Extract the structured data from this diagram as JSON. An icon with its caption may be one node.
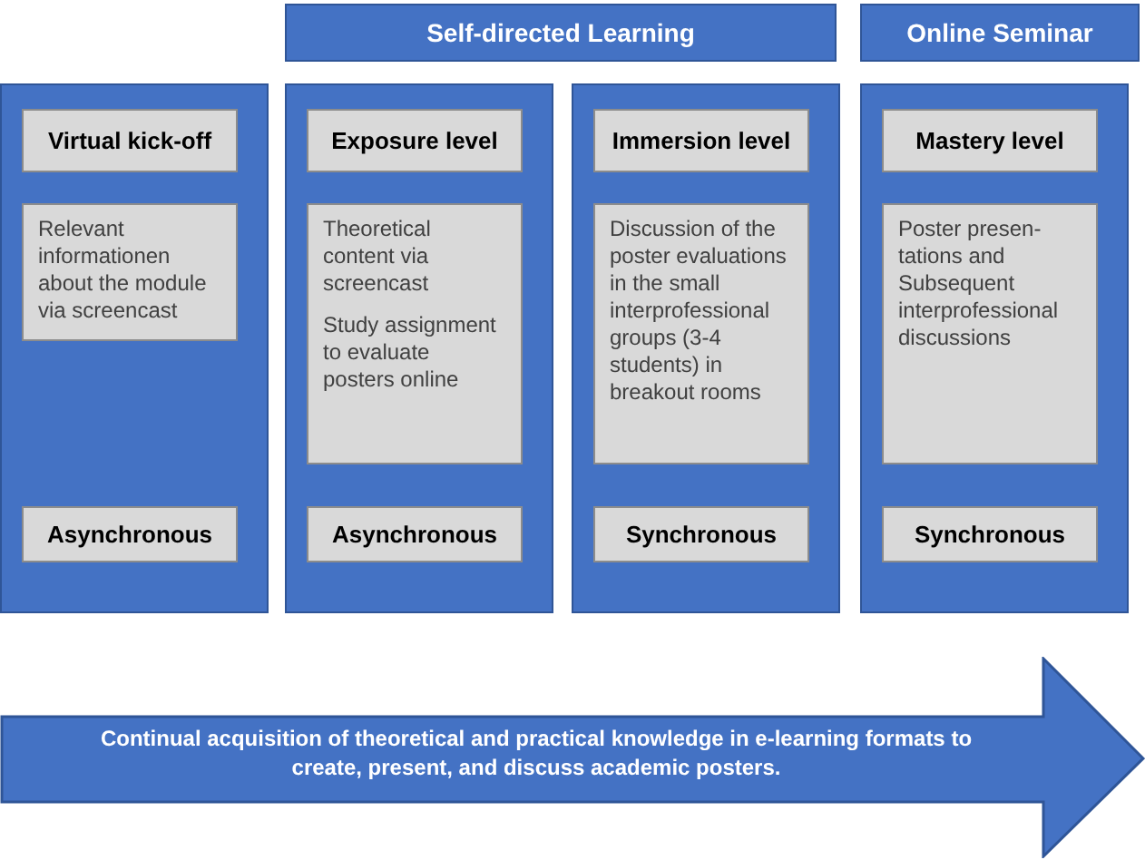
{
  "diagram": {
    "nodes": [
      {
        "text": [
          "Self-directed Learning"
        ]
      },
      {
        "text": [
          "Online Seminar"
        ]
      },
      {
        "text": [],
        "shape": "box"
      },
      {
        "text": [
          "Virtual kick-off"
        ],
        "in": 2
      },
      {
        "text": [
          "Relevant informationen about the module via screencast"
        ],
        "in": 2
      },
      {
        "text": [
          "Asynchronous"
        ],
        "in": 2
      },
      {
        "text": [],
        "shape": "box"
      },
      {
        "text": [
          "Exposure level"
        ],
        "in": 6
      },
      {
        "text": [
          "Theoretical content via screencast",
          "Study assignment to evaluate posters online"
        ],
        "in": 6
      },
      {
        "text": [
          "Asynchronous"
        ],
        "in": 6
      },
      {
        "text": [],
        "shape": "box"
      },
      {
        "text": [
          "Immersion level"
        ],
        "in": 10
      },
      {
        "text": [
          "Discussion of the poster evaluations in the small interprofessional groups (3-4 students) in breakout rooms"
        ],
        "in": 10
      },
      {
        "text": [
          "Synchronous"
        ],
        "in": 10
      },
      {
        "text": [],
        "shape": "box"
      },
      {
        "text": [
          "Mastery level"
        ],
        "in": 14
      },
      {
        "text": [
          "Poster presen- tations and Subsequent interprofessional discussions"
        ],
        "in": 14
      },
      {
        "text": [
          "Synchronous"
        ],
        "in": 14
      },
      {
        "text": [
          "Continual acquisition of theoretical and practical knowledge in e-learning formats to create, present, and discuss academic posters."
        ]
      }
    ],
    "edges": []
  }
}
